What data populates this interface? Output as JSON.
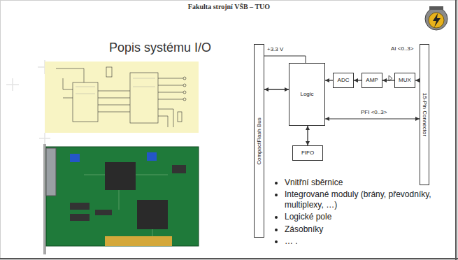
{
  "diagram": {
    "title": "Popis systému I/O",
    "nodes": [
      {
        "text": [
          "CompactFlash Bus"
        ]
      },
      {
        "text": [
          "Logic"
        ]
      },
      {
        "text": [
          "ADC"
        ]
      },
      {
        "text": [
          "AMP"
        ]
      },
      {
        "text": [
          "MUX"
        ]
      },
      {
        "text": [
          "15-Pin Connector"
        ]
      },
      {
        "text": [
          "FIFO"
        ]
      }
    ],
    "edges": [
      {
        "from": 0,
        "to": 1,
        "arrow": "both"
      },
      {
        "from": 0,
        "to": 1,
        "label": "+3.3 V",
        "arrow": "none"
      },
      {
        "from": 2,
        "to": 1,
        "arrow": "to"
      },
      {
        "from": 3,
        "to": 2,
        "arrow": "to"
      },
      {
        "from": 4,
        "to": 3,
        "arrow": "to"
      },
      {
        "from": 5,
        "to": 4,
        "label": "AI <0..3>",
        "arrow": "to"
      },
      {
        "from": 1,
        "to": 5,
        "label": "PFI <0..3>",
        "arrow": "both"
      },
      {
        "from": 1,
        "to": 6,
        "arrow": "both"
      }
    ],
    "labels": [
      "Fakulta strojní VŠB – TUO",
      "Vnitřní sběrnice",
      "Integrované moduly (brány, převodníky, multiplexy, …)",
      "Logické pole",
      "Zásobníky",
      "… ."
    ]
  }
}
